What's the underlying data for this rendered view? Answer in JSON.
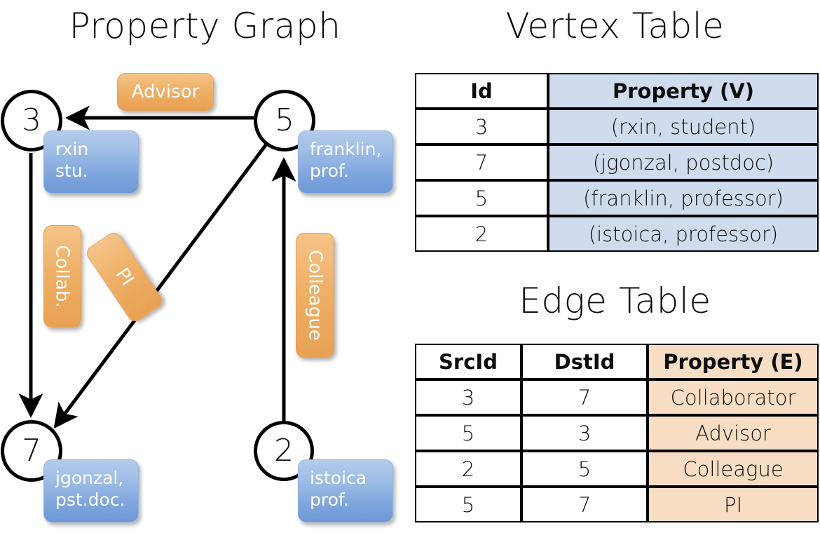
{
  "titles": {
    "property_graph": "Property Graph",
    "vertex_table": "Vertex Table",
    "edge_table": "Edge Table"
  },
  "graph": {
    "nodes": [
      {
        "id": "3",
        "property_label": "rxin\nstu."
      },
      {
        "id": "5",
        "property_label": "franklin,\nprof."
      },
      {
        "id": "7",
        "property_label": "jgonzal,\npst.doc."
      },
      {
        "id": "2",
        "property_label": "istoica\nprof."
      }
    ],
    "node_ids": {
      "n3": "3",
      "n5": "5",
      "n7": "7",
      "n2": "2"
    },
    "node_props": {
      "n3_line1": "rxin",
      "n3_line2": "stu.",
      "n5_line1": "franklin,",
      "n5_line2": "prof.",
      "n7_line1": "jgonzal,",
      "n7_line2": "pst.doc.",
      "n2_line1": "istoica",
      "n2_line2": "prof."
    },
    "edge_labels": {
      "advisor": "Advisor",
      "collab": "Collab.",
      "pi": "PI",
      "colleague": "Colleague"
    },
    "edges": [
      {
        "from": "5",
        "to": "3",
        "label": "Advisor"
      },
      {
        "from": "3",
        "to": "7",
        "label": "Collab."
      },
      {
        "from": "5",
        "to": "7",
        "label": "PI"
      },
      {
        "from": "2",
        "to": "5",
        "label": "Colleague"
      }
    ]
  },
  "vertex_table": {
    "headers": {
      "id": "Id",
      "property": "Property (V)"
    },
    "rows": [
      {
        "id": "3",
        "property": "(rxin, student)"
      },
      {
        "id": "7",
        "property": "(jgonzal, postdoc)"
      },
      {
        "id": "5",
        "property": "(franklin, professor)"
      },
      {
        "id": "2",
        "property": "(istoica, professor)"
      }
    ]
  },
  "edge_table": {
    "headers": {
      "src": "SrcId",
      "dst": "DstId",
      "property": "Property (E)"
    },
    "rows": [
      {
        "src": "3",
        "dst": "7",
        "property": "Collaborator"
      },
      {
        "src": "5",
        "dst": "3",
        "property": "Advisor"
      },
      {
        "src": "2",
        "dst": "5",
        "property": "Colleague"
      },
      {
        "src": "5",
        "dst": "7",
        "property": "PI"
      }
    ]
  },
  "colors": {
    "vertex_property_fill": "#cfdcee",
    "edge_property_fill": "#f6ddc4",
    "node_box_blue": "#7fa6dd",
    "edge_label_orange": "#eeb067",
    "stroke": "#000000",
    "background": "#ffffff"
  }
}
